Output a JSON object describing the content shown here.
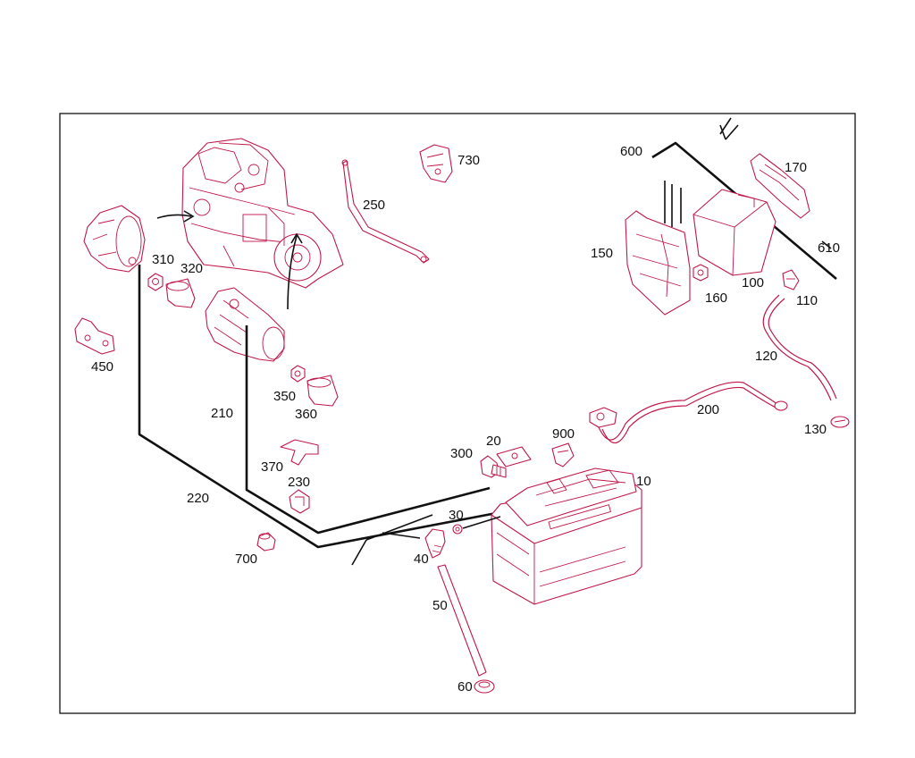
{
  "diagram": {
    "labels": {
      "p10": "10",
      "p20": "20",
      "p30": "30",
      "p40": "40",
      "p50": "50",
      "p60": "60",
      "p100": "100",
      "p110": "110",
      "p120": "120",
      "p130": "130",
      "p150": "150",
      "p160": "160",
      "p170": "170",
      "p200": "200",
      "p210": "210",
      "p220": "220",
      "p230": "230",
      "p250": "250",
      "p300": "300",
      "p310": "310",
      "p320": "320",
      "p350": "350",
      "p360": "360",
      "p370": "370",
      "p450": "450",
      "p600": "600",
      "p610": "610",
      "p700": "700",
      "p730": "730",
      "p900": "900"
    }
  },
  "colors": {
    "part_stroke": "#c0184a",
    "line": "#111111",
    "background": "#ffffff"
  }
}
